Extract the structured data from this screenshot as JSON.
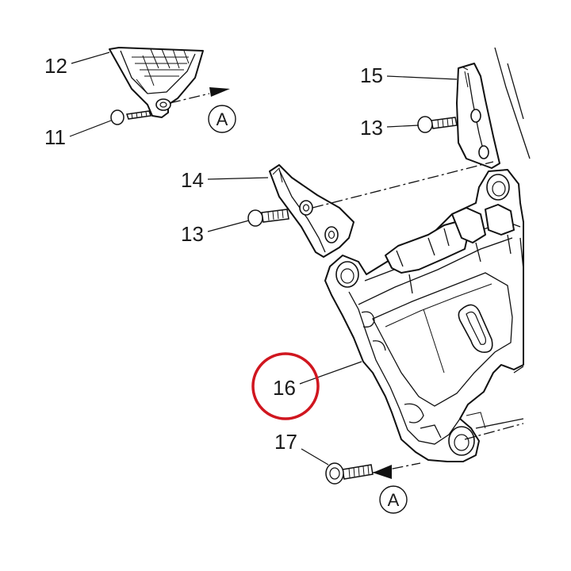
{
  "callouts": {
    "p11": "11",
    "p12": "12",
    "p13a": "13",
    "p13b": "13",
    "p14": "14",
    "p15": "15",
    "p16": "16",
    "p17": "17"
  },
  "refs": {
    "top": "A",
    "bottom": "A"
  },
  "colors": {
    "highlight_ring": "#d0161f",
    "line": "#111111"
  }
}
